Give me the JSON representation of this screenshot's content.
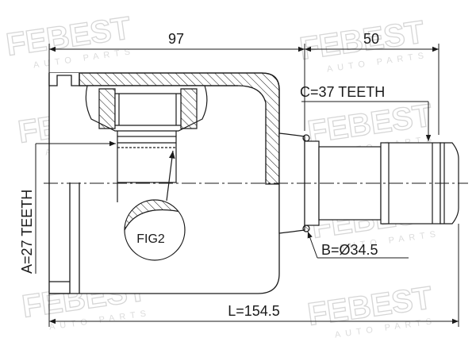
{
  "dimensions": {
    "body_length": "97",
    "shaft_length": "50",
    "total_length": "L=154.5"
  },
  "labels": {
    "spline_a": "A=27 TEETH",
    "spline_c": "C=37 TEETH",
    "diameter_b": "B=Ø34.5",
    "figure_ref": "FIG2"
  },
  "watermark": {
    "brand": "FEBEST",
    "tagline": "AUTO PARTS"
  },
  "colors": {
    "line": "#1a1a1a",
    "watermark": "#d6d6d6"
  }
}
